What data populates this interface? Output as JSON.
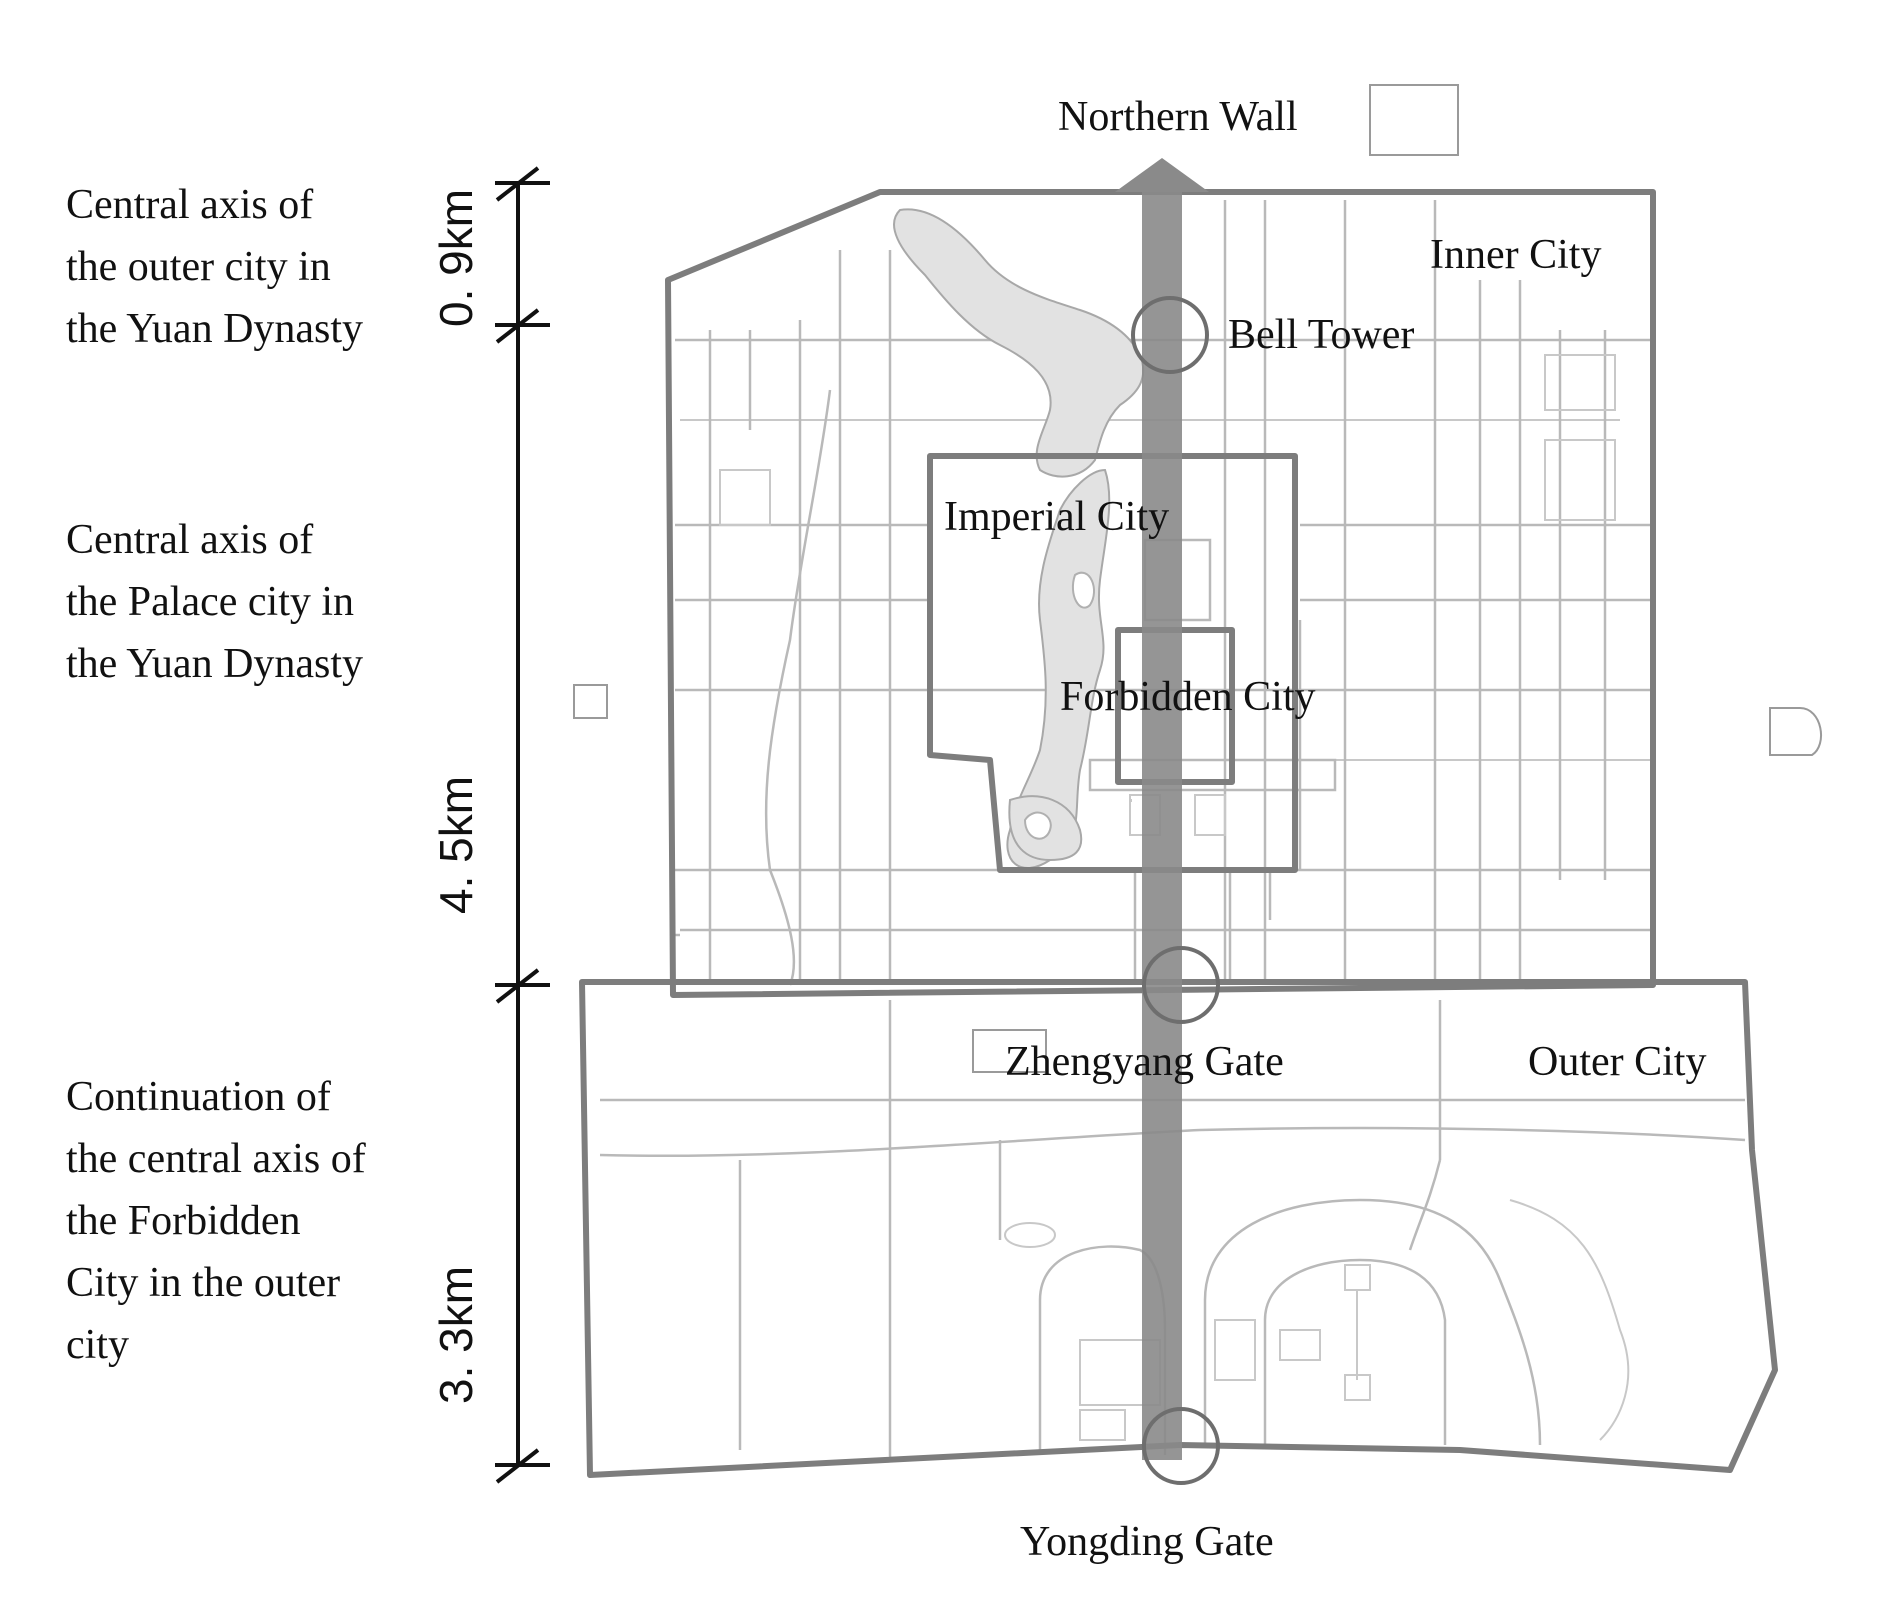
{
  "labels": {
    "northern_wall": "Northern Wall",
    "inner_city": "Inner City",
    "bell_tower": "Bell Tower",
    "imperial_city": "Imperial City",
    "forbidden_city": "Forbidden City",
    "zhengyang_gate": "Zhengyang Gate",
    "outer_city": "Outer City",
    "yongding_gate": "Yongding Gate"
  },
  "side_notes": {
    "outer_axis": [
      "Central axis of",
      "the outer city in",
      "the Yuan Dynasty"
    ],
    "palace_axis": [
      "Central axis of",
      "the Palace city in",
      "the Yuan Dynasty"
    ],
    "continuation": [
      "Continuation of",
      "the central axis of",
      "the Forbidden",
      "City in the outer",
      "city"
    ]
  },
  "distances": {
    "segment_1": "0. 9km",
    "segment_2": "4. 5km",
    "segment_3": "3. 3km"
  },
  "colors": {
    "wall": "#7d7d7d",
    "axis": "#8a8a8a",
    "lake": "#e2e2e2",
    "streets": "#b9b9b9"
  }
}
